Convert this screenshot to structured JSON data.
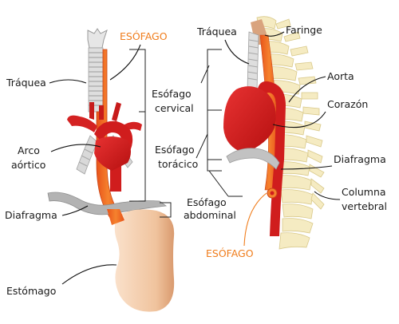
{
  "labels": {
    "esofago_top": "ESÓFAGO",
    "traquea_left": "Tráquea",
    "arco": "Arco",
    "aortico": "aórtico",
    "diafragma_left": "Diafragma",
    "estomago": "Estómago",
    "esofago_label": "Esófago",
    "cervical": "cervical",
    "toracico": "torácico",
    "abdominal": "abdominal",
    "traquea_right": "Tráquea",
    "faringe": "Faringe",
    "aorta": "Aorta",
    "corazon": "Corazón",
    "diafragma_right": "Diafragma",
    "columna": "Columna",
    "vertebral": "vertebral",
    "esofago_bottom": "ESÓFAGO"
  },
  "colors": {
    "esophagus": "#f2661e",
    "artery": "#d01d1d",
    "trachea": "#d8d8d8",
    "diaphragm": "#b3b3b3",
    "stomach": "#f1c9a5",
    "spine": "#f5ebc2",
    "accent_label": "#f07d1c"
  }
}
